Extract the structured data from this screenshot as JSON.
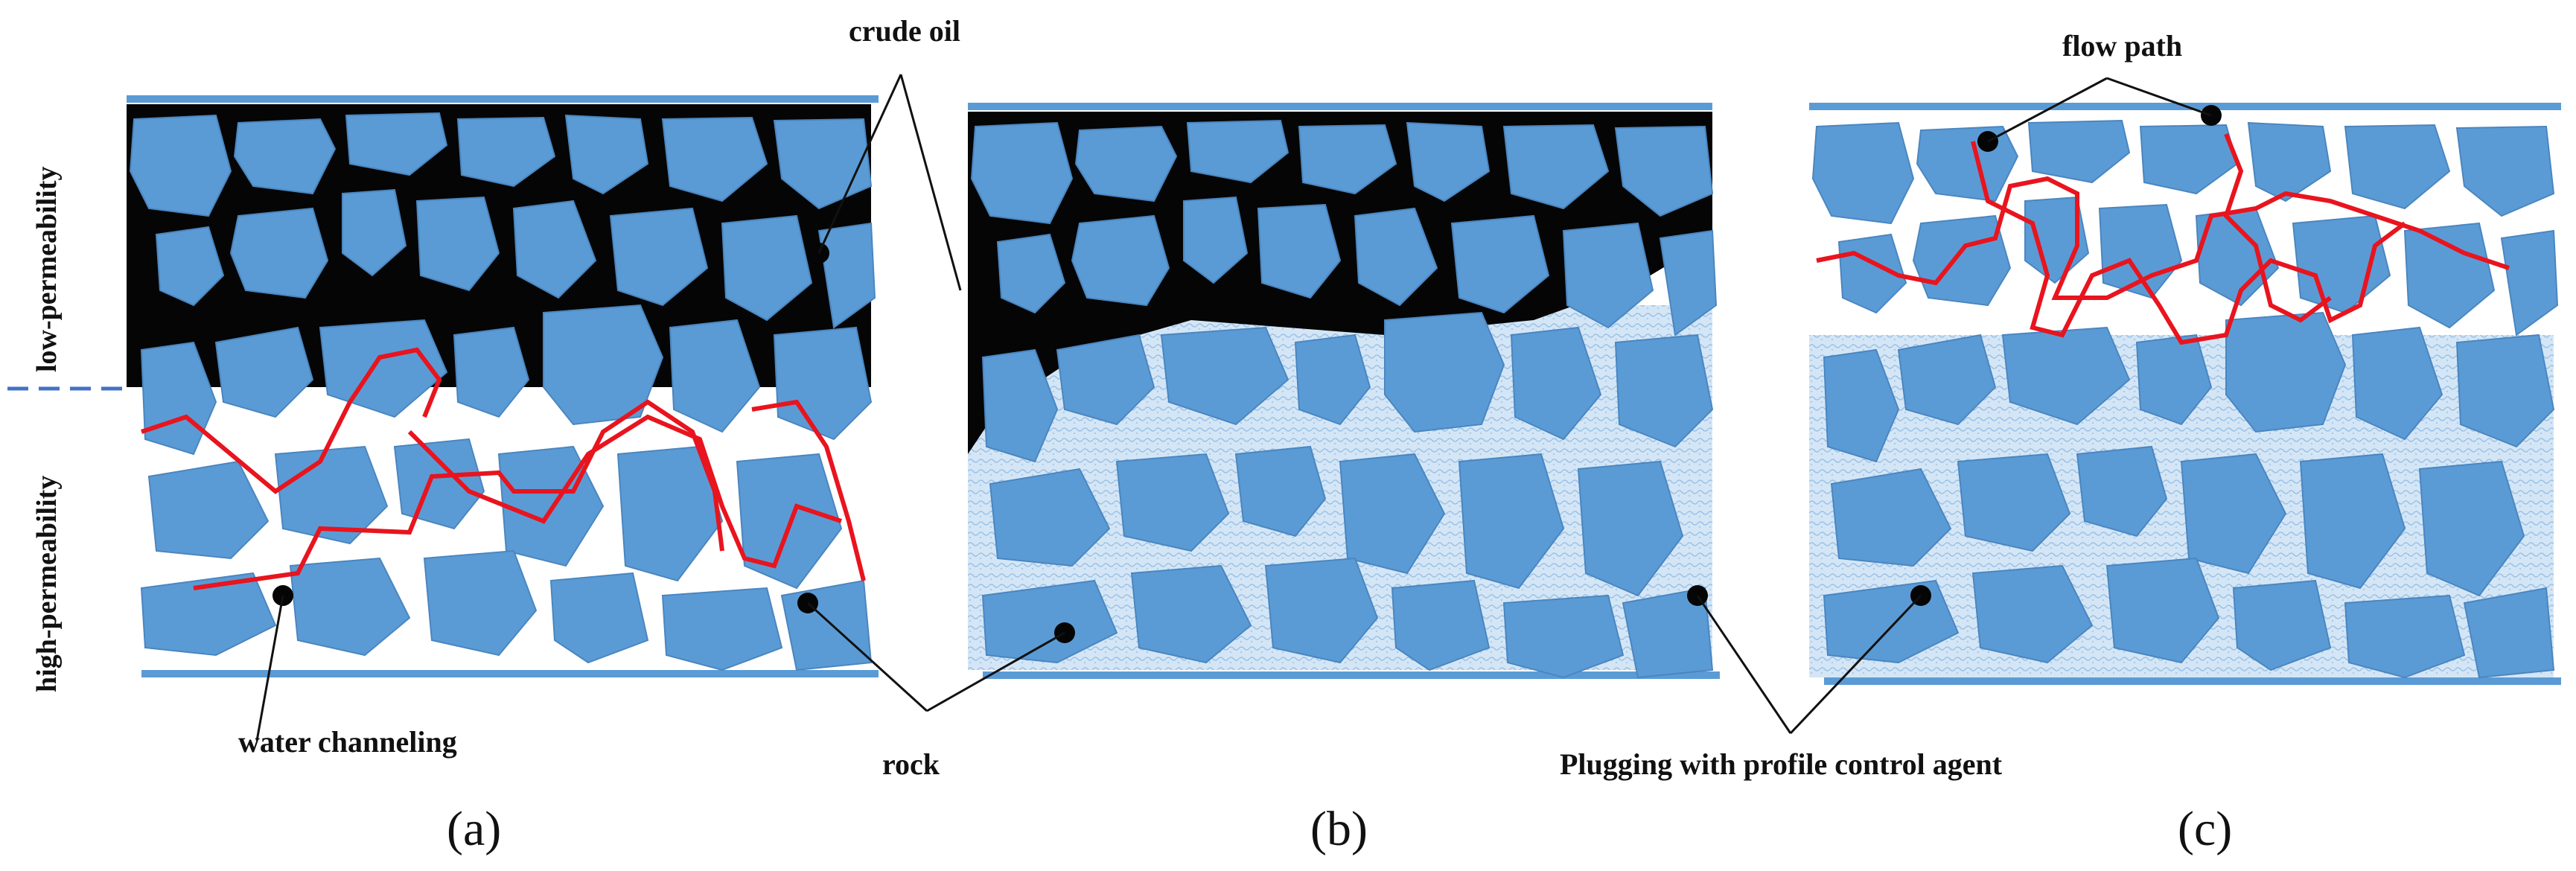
{
  "labels": {
    "crude_oil": "crude oil",
    "flow_path": "flow path",
    "low_permeability": "low-permeability",
    "high_permeability": "high-permeability",
    "water_channeling": "water channeling",
    "rock": "rock",
    "plugging": "Plugging with profile control agent"
  },
  "panels": [
    {
      "label": "(a)"
    },
    {
      "label": "(b)"
    },
    {
      "label": "(c)"
    }
  ],
  "colors": {
    "rock": "#5b9bd5",
    "rock_edge": "#4a86c0",
    "crude_oil": "#050505",
    "flow_path": "#e8141e",
    "plugging_agent": "#cfe3f5",
    "boundary": "#5b9bd5",
    "divider": "#4472c4"
  }
}
